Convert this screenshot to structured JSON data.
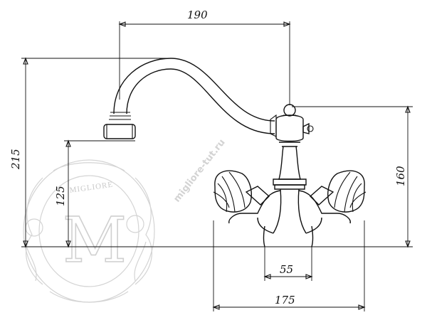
{
  "dimensions": {
    "overall_spout_reach": "190",
    "overall_height": "215",
    "spout_outlet_height": "125",
    "body_height": "160",
    "inlet_width": "55",
    "base_width": "175"
  },
  "watermark": {
    "brand": "MIGLIORE",
    "url": "migliore-tut.ru",
    "monogram": "M"
  }
}
